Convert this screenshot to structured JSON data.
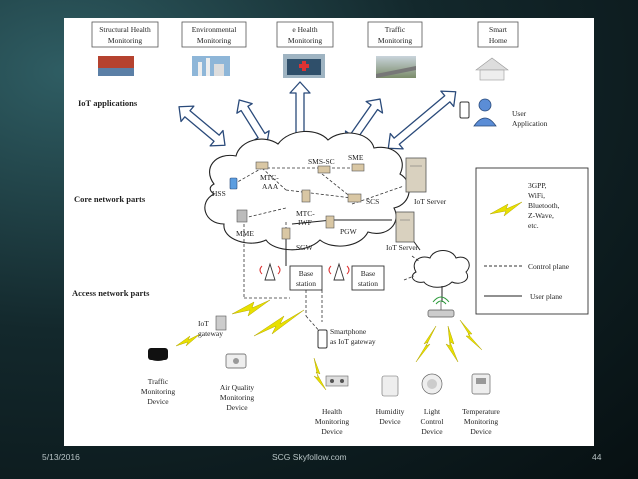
{
  "applications": [
    {
      "line1": "Structural Health",
      "line2": "Monitoring"
    },
    {
      "line1": "Environmental",
      "line2": "Monitoring"
    },
    {
      "line1": "e Health",
      "line2": "Monitoring"
    },
    {
      "line1": "Traffic",
      "line2": "Monitoring"
    },
    {
      "line1": "Smart",
      "line2": "Home"
    }
  ],
  "sections": {
    "iot_applications": "IoT applications",
    "core_network": "Core network parts",
    "access_network": "Access network parts"
  },
  "user_application": {
    "line1": "User",
    "line2": "Application"
  },
  "core_nodes": {
    "hss": "HSS",
    "mtc_aaa_1": "MTC-",
    "mtc_aaa_2": "AAA",
    "sms_sc": "SMS-SC",
    "sme": "SME",
    "scs": "SCS",
    "mme": "MME",
    "mtc_iwf_1": "MTC-",
    "mtc_iwf_2": "IWF",
    "pgw": "PGW",
    "sgw": "SGW",
    "iot_server_1": "IoT Server",
    "iot_server_2": "IoT Server"
  },
  "base_station": {
    "line1": "Base",
    "line2": "station"
  },
  "iot_gateway": {
    "line1": "IoT",
    "line2": "gateway"
  },
  "smartphone": {
    "line1": "Smartphone",
    "line2": "as IoT gateway"
  },
  "legend": {
    "wireless_lines": [
      "3GPP,",
      "WiFi,",
      "Bluetooth,",
      "Z-Wave,",
      "etc."
    ],
    "control_plane": "Control plane",
    "user_plane": "User plane"
  },
  "devices": [
    {
      "lines": [
        "Traffic",
        "Monitoring",
        "Device"
      ]
    },
    {
      "lines": [
        "Air Quality",
        "Monitoring",
        "Device"
      ]
    },
    {
      "lines": [
        "Health",
        "Monitoring",
        "Device"
      ]
    },
    {
      "lines": [
        "Humidity",
        "Device"
      ]
    },
    {
      "lines": [
        "Light",
        "Control",
        "Device"
      ]
    },
    {
      "lines": [
        "Temperature",
        "Monitoring",
        "Device"
      ]
    }
  ],
  "footer": {
    "date": "5/13/2016",
    "source": "SCG Skyfollow.com",
    "page": "44"
  },
  "colors": {
    "background": "#0e1f22",
    "lightning": "#e8e000",
    "arrow_fill": "#ffffff",
    "arrow_stroke": "#2a4a7a"
  }
}
